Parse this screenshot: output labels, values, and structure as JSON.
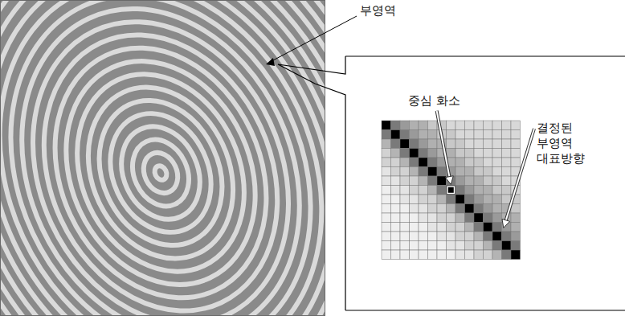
{
  "diagram": {
    "nodes": [
      {
        "text": [
          "중심 화소",
          "결정된 부영역 대표방향"
        ]
      }
    ],
    "labels": [
      "부영역"
    ]
  }
}
